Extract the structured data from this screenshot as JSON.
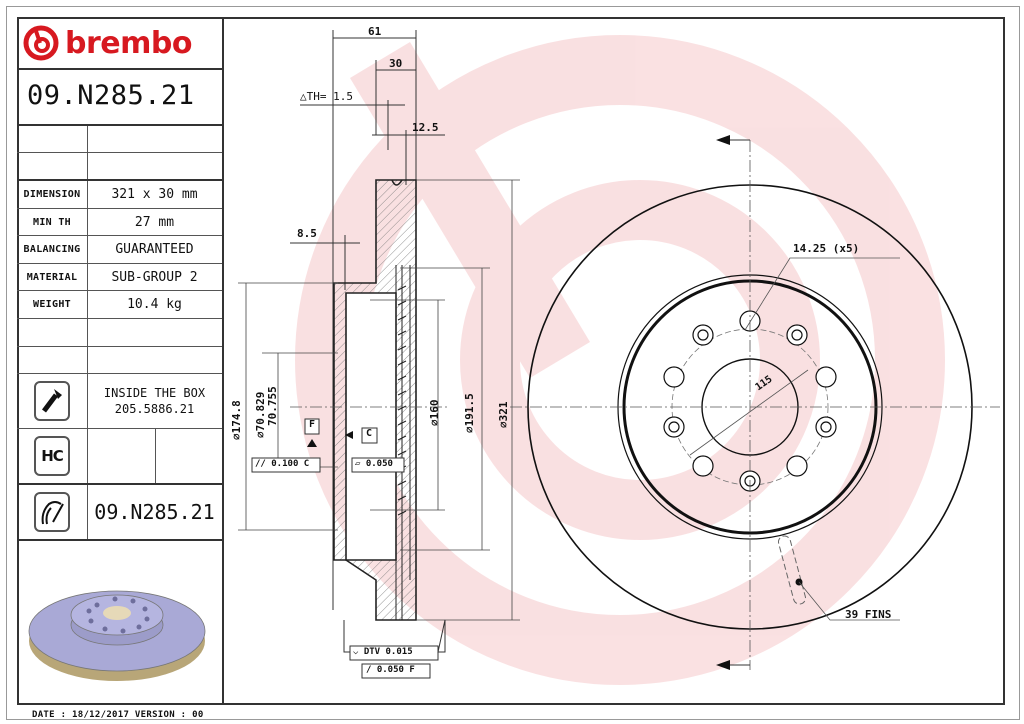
{
  "brand": {
    "name": "brembo",
    "color": "#d71920"
  },
  "part_number": "09.N285.21",
  "specs": [
    {
      "label": "DIMENSION",
      "value": "321 x 30 mm"
    },
    {
      "label": "MIN TH",
      "value": "27 mm"
    },
    {
      "label": "BALANCING",
      "value": "GUARANTEED"
    },
    {
      "label": "MATERIAL",
      "value": "SUB-GROUP 2"
    },
    {
      "label": "WEIGHT",
      "value": "10.4 kg"
    }
  ],
  "inside_box": {
    "icon": "screw-icon",
    "title": "INSIDE THE BOX",
    "code": "205.5886.21"
  },
  "hc": {
    "icon": "hc-icon",
    "label": "HC"
  },
  "disc_ref": {
    "icon": "disc-pad-icon",
    "part_number": "09.N285.21"
  },
  "footer": {
    "text": "DATE : 18/12/2017 VERSION : 00"
  },
  "section_dims": {
    "overall_width": "61",
    "thickness": "30",
    "delta_th": "△TH= 1.5",
    "hat_offset": "12.5",
    "flange": "8.5",
    "d_174": "⌀174.8",
    "d_70a": "⌀70.829",
    "d_70b": "70.755",
    "d_160": "⌀160",
    "d_191": "⌀191.5",
    "d_321": "⌀321",
    "datum_f": "F",
    "datum_c": "C",
    "parallel": "0.100",
    "parallel_ref": "C",
    "flatness": "0.050",
    "dtv": "DTV 0.015",
    "runout": "0.050",
    "runout_ref": "F"
  },
  "front_dims": {
    "bolt_holes": "14.25 (x5)",
    "pcd": "115",
    "fins": "39 FINS"
  }
}
